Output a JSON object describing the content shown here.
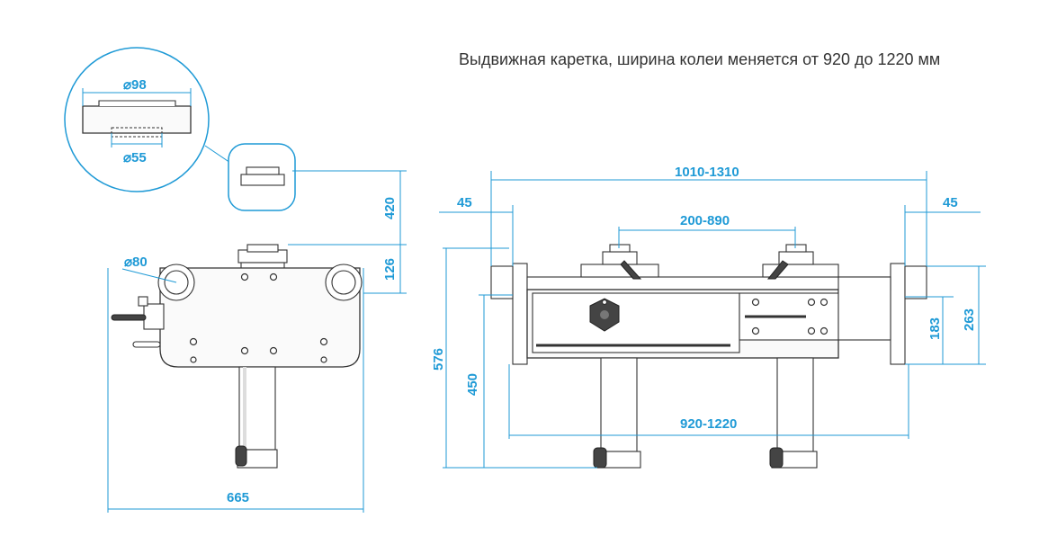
{
  "caption": "Выдвижная каретка, ширина колеи меняется от 920 до 1220 мм",
  "colors": {
    "dimension": "#1f9ad6",
    "outline": "#333333",
    "text": "#333333"
  },
  "detail": {
    "outer_dia": "⌀98",
    "inner_dia": "⌀55"
  },
  "side_view": {
    "pad_dia": "⌀80",
    "height_420": "420",
    "height_126": "126",
    "width_665": "665"
  },
  "front_view": {
    "overall_width": "1010-1310",
    "offset_left": "45",
    "offset_right": "45",
    "column_spacing": "200-890",
    "track_width": "920-1220",
    "height_576": "576",
    "height_450": "450",
    "height_183": "183",
    "height_263": "263"
  }
}
